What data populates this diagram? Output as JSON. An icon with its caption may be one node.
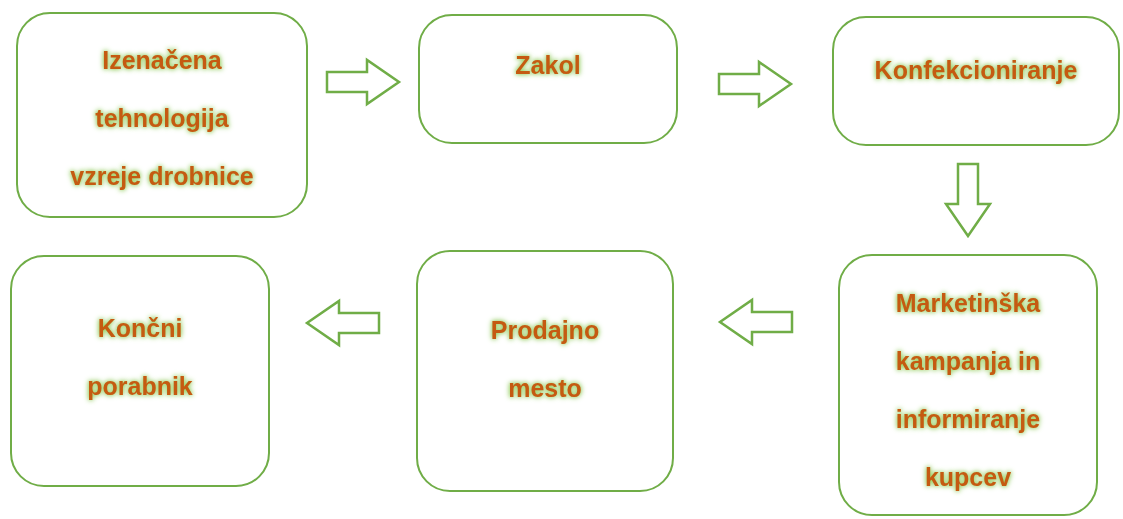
{
  "diagram": {
    "nodes": [
      {
        "text": [
          "Izenačena tehnologija vzreje drobnice"
        ]
      },
      {
        "text": [
          "Zakol"
        ]
      },
      {
        "text": [
          "Konfekcioniranje"
        ]
      },
      {
        "text": [
          "Marketinška kampanja in informiranje kupcev"
        ]
      },
      {
        "text": [
          "Prodajno mesto"
        ]
      },
      {
        "text": [
          "Končni porabnik"
        ]
      }
    ],
    "edges": [
      {
        "from": 0,
        "to": 1,
        "arrow": "to"
      },
      {
        "from": 1,
        "to": 2,
        "arrow": "to"
      },
      {
        "from": 2,
        "to": 3,
        "arrow": "to"
      },
      {
        "from": 3,
        "to": 4,
        "arrow": "to"
      },
      {
        "from": 4,
        "to": 5,
        "arrow": "to"
      }
    ]
  }
}
